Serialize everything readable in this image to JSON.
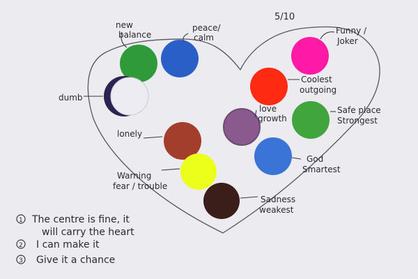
{
  "header": {
    "date": "5/10"
  },
  "dots": [
    {
      "id": "green-top",
      "color": "#2f9a3a",
      "label_lines": [
        "new",
        "balance"
      ]
    },
    {
      "id": "blue-top",
      "color": "#2a5fc8",
      "label_lines": [
        "peace/",
        "calm"
      ]
    },
    {
      "id": "half-moon",
      "color": "#2c2450",
      "label_lines": [
        "dumb"
      ]
    },
    {
      "id": "brown",
      "color": "#a43e2c",
      "label_lines": [
        "lonely"
      ]
    },
    {
      "id": "yellow",
      "color": "#ecff1a",
      "label_lines": [
        "Warning",
        "fear / trouble"
      ]
    },
    {
      "id": "dark-brown",
      "color": "#3b1d1a",
      "label_lines": [
        "Sadness",
        "weakest"
      ]
    },
    {
      "id": "pink",
      "color": "#ff1aa6",
      "label_lines": [
        "Funny /",
        "Joker"
      ]
    },
    {
      "id": "red",
      "color": "#ff2a12",
      "label_lines": [
        "Coolest",
        "outgoing"
      ]
    },
    {
      "id": "glitter",
      "color": "#8a5a8f",
      "label_lines": [
        "love",
        "growth"
      ]
    },
    {
      "id": "green-right",
      "color": "#3fa53c",
      "label_lines": [
        "Safe place",
        "Strongest"
      ]
    },
    {
      "id": "blue-right",
      "color": "#3a74d6",
      "label_lines": [
        "God",
        "Smartest"
      ]
    }
  ],
  "notes": [
    {
      "number": "1",
      "lines": [
        "The centre is fine, it",
        "will carry the heart"
      ]
    },
    {
      "number": "2",
      "lines": [
        "I can make it"
      ]
    },
    {
      "number": "3",
      "lines": [
        "Give it a chance"
      ]
    }
  ],
  "colors": {
    "ink": "#2a2a36",
    "paper": "#ebebf0"
  }
}
